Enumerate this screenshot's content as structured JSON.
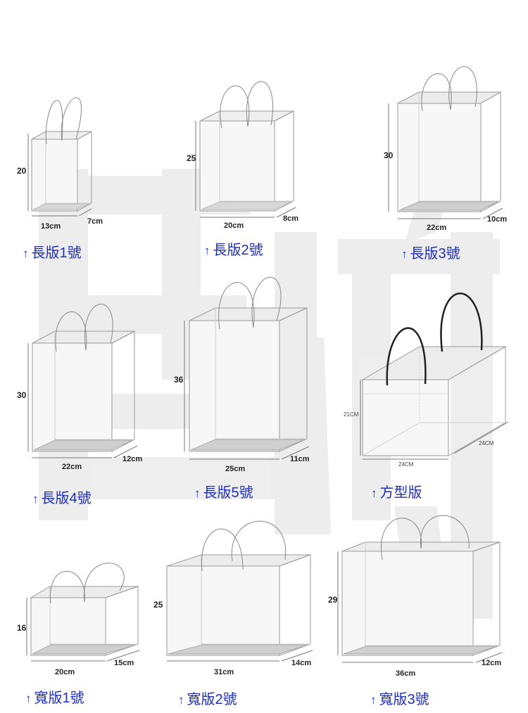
{
  "products": [
    {
      "label": "長版1號",
      "height": "20",
      "width": "13cm",
      "depth": "7cm"
    },
    {
      "label": "長版2號",
      "height": "25",
      "width": "20cm",
      "depth": "8cm"
    },
    {
      "label": "長版3號",
      "height": "30",
      "width": "22cm",
      "depth": "10cm"
    },
    {
      "label": "長版4號",
      "height": "30",
      "width": "22cm",
      "depth": "12cm"
    },
    {
      "label": "長版5號",
      "height": "36",
      "width": "25cm",
      "depth": "11cm"
    },
    {
      "label": "方型版",
      "height": "21CM",
      "width": "24CM",
      "depth": "24CM"
    },
    {
      "label": "寬版1號",
      "height": "16",
      "width": "20cm",
      "depth": "15cm"
    },
    {
      "label": "寬版2號",
      "height": "25",
      "width": "31cm",
      "depth": "14cm"
    },
    {
      "label": "寬版3號",
      "height": "29",
      "width": "36cm",
      "depth": "12cm"
    }
  ],
  "arrow_glyph": "↑",
  "colors": {
    "label": "#1f2fb8",
    "line": "#9a9a9a",
    "watermark": "#ececec"
  }
}
